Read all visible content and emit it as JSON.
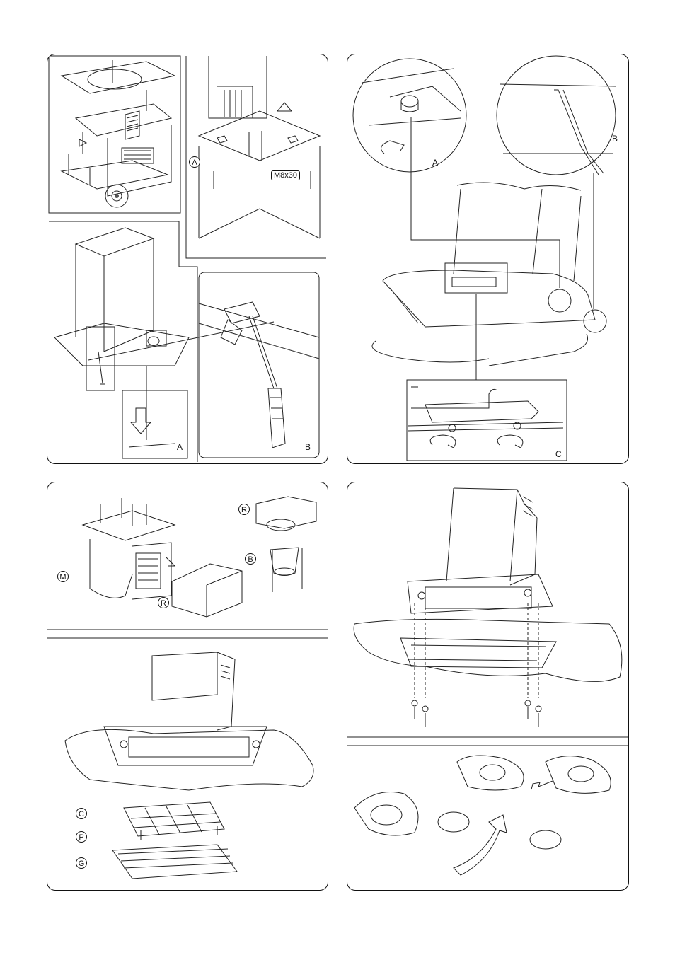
{
  "panels": {
    "p1": {
      "label_a": "A",
      "label_b": "B",
      "callout_a": "A",
      "bolt_spec": "M8x30"
    },
    "p2": {
      "label_a": "A",
      "label_b": "B",
      "label_c": "C"
    },
    "p3": {
      "callout_r_top": "R",
      "callout_b": "B",
      "callout_m": "M",
      "callout_r_bottom": "R",
      "callout_c": "C",
      "callout_p": "P",
      "callout_g": "G"
    },
    "p4": {}
  },
  "icons": [
    "screwdriver-icon",
    "rotate-arrow-icon",
    "down-arrow-icon",
    "screw-icon",
    "lamp-icon"
  ]
}
